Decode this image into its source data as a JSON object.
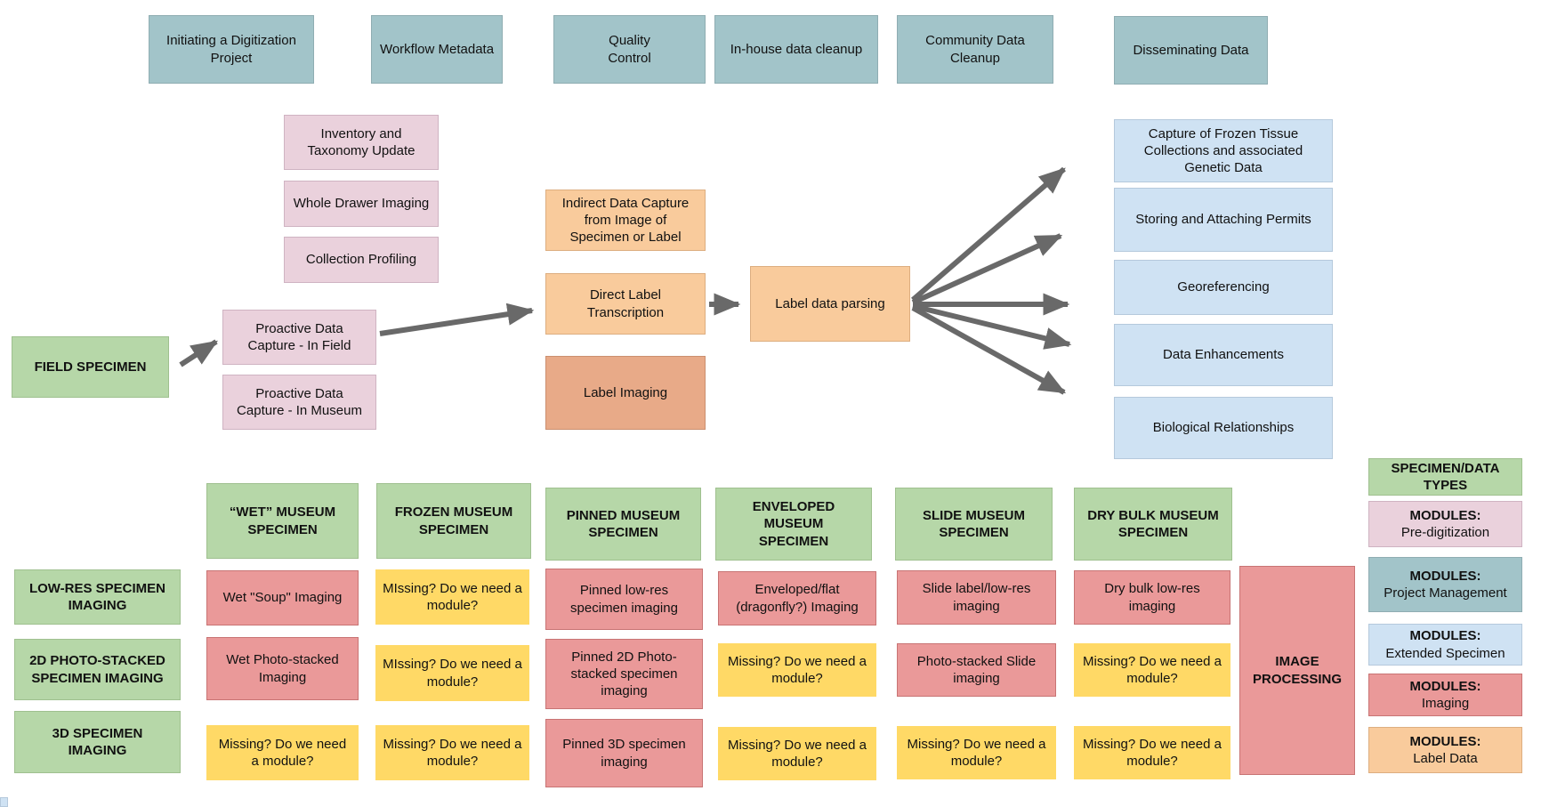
{
  "top_row": [
    "Initiating a Digitization Project",
    "Workflow Metadata",
    "Quality Control",
    "In-house data cleanup",
    "Community Data Cleanup",
    "Disseminating Data"
  ],
  "field_specimen": "FIELD SPECIMEN",
  "pre_digitization": [
    "Inventory and Taxonomy Update",
    "Whole Drawer Imaging",
    "Collection Profiling",
    "Proactive Data Capture - In Field",
    "Proactive Data Capture - In Museum"
  ],
  "label_data": {
    "indirect": "Indirect Data Capture from Image of Specimen or Label",
    "direct": "Direct Label Transcription",
    "imaging": "Label Imaging",
    "parsing": "Label data parsing"
  },
  "extended_specimen": [
    "Capture of Frozen Tissue Collections and associated Genetic Data",
    "Storing and Attaching Permits",
    "Georeferencing",
    "Data Enhancements",
    "Biological Relationships"
  ],
  "matrix": {
    "row_labels": [
      "LOW-RES SPECIMEN IMAGING",
      "2D PHOTO-STACKED SPECIMEN IMAGING",
      "3D SPECIMEN IMAGING"
    ],
    "columns": [
      {
        "header": "“WET” MUSEUM SPECIMEN",
        "cells": [
          "Wet \"Soup\" Imaging",
          "Wet Photo-stacked Imaging",
          "Missing? Do we need a module?"
        ]
      },
      {
        "header": "FROZEN MUSEUM SPECIMEN",
        "cells": [
          "MIssing? Do we need a module?",
          "MIssing? Do we need a module?",
          "Missing? Do we need a module?"
        ]
      },
      {
        "header": "PINNED MUSEUM SPECIMEN",
        "cells": [
          "Pinned low-res specimen imaging",
          "Pinned 2D Photo-stacked specimen imaging",
          "Pinned 3D specimen imaging"
        ]
      },
      {
        "header": "ENVELOPED MUSEUM SPECIMEN",
        "cells": [
          "Enveloped/flat (dragonfly?) Imaging",
          "Missing? Do we need a module?",
          "Missing? Do we need a module?"
        ]
      },
      {
        "header": "SLIDE MUSEUM SPECIMEN",
        "cells": [
          "Slide label/low-res imaging",
          "Photo-stacked Slide imaging",
          "Missing? Do we need a module?"
        ]
      },
      {
        "header": "DRY BULK MUSEUM SPECIMEN",
        "cells": [
          "Dry bulk low-res imaging",
          "Missing? Do we need a module?",
          "Missing? Do we need a module?"
        ]
      }
    ]
  },
  "image_processing": "IMAGE PROCESSING",
  "legend": [
    {
      "title": "SPECIMEN/DATA TYPES",
      "subtitle": ""
    },
    {
      "title": "MODULES:",
      "subtitle": "Pre-digitization"
    },
    {
      "title": "MODULES:",
      "subtitle": "Project Management"
    },
    {
      "title": "MODULES:",
      "subtitle": "Extended Specimen"
    },
    {
      "title": "MODULES:",
      "subtitle": "Imaging"
    },
    {
      "title": "MODULES:",
      "subtitle": "Label Data"
    }
  ],
  "colors": {
    "project_management_teal": "#a2c4c9",
    "pre_digitization_pink": "#ead1dc",
    "specimen_green": "#b6d7a8",
    "label_data_orange": "#f9cb9c",
    "label_imaging_salmon": "#e8aa88",
    "extended_specimen_blue": "#cfe2f3",
    "imaging_red": "#ea9999",
    "missing_yellow": "#ffd966",
    "arrow_gray": "#696969"
  }
}
